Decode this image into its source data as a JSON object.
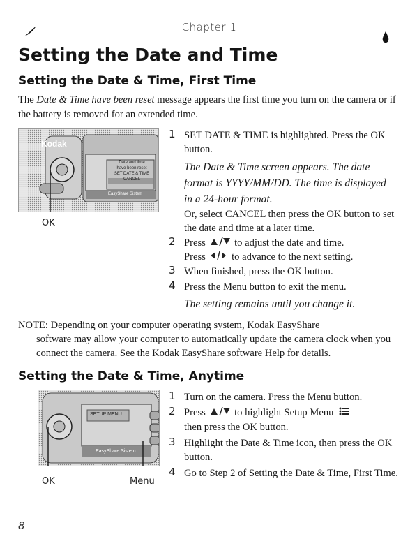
{
  "header": {
    "chapter": "Chapter 1"
  },
  "page_title": "Setting the Date and Time",
  "section1": {
    "title": "Setting the Date & Time, First Time",
    "intro_prefix": "The ",
    "intro_italic": "Date & Time have been reset",
    "intro_suffix": " message appears the first time you turn on the camera or if the battery is removed for an extended time.",
    "camera_labels": {
      "brand": "Kodak",
      "menu_lines": [
        "Date and time",
        "have been reset",
        "SET DATE & TIME",
        "CANCEL"
      ],
      "bottom": "EasyShare Sistem"
    },
    "callout": "OK",
    "steps": [
      {
        "num": "1",
        "text": "SET DATE & TIME is highlighted. Press the OK button."
      },
      {
        "num": "",
        "italic": "The Date & Time screen appears. The date format is YYYY/MM/DD. The time is displayed in a 24-hour format."
      },
      {
        "num": "",
        "text": "Or, select CANCEL then press the OK button to set the date and time at a later time."
      },
      {
        "num": "2",
        "text_a": "Press",
        "text_b": "to adjust the date and time."
      },
      {
        "num": "",
        "text_a": "Press",
        "text_b": "to advance to the next setting."
      },
      {
        "num": "3",
        "text": "When finished, press the OK button."
      },
      {
        "num": "4",
        "text": "Press the Menu button to exit the menu."
      },
      {
        "num": "",
        "italic": "The setting remains until you change it."
      }
    ]
  },
  "note": {
    "label": "NOTE:",
    "first_line": "Depending on your computer operating system, Kodak EasyShare",
    "rest": "software may allow your computer to automatically update the camera clock when you connect the camera. See the Kodak EasyShare software Help for details."
  },
  "section2": {
    "title": "Setting the Date & Time, Anytime",
    "camera_labels": {
      "menu_line": "SETUP MENU",
      "bottom": "EasyShare Sistem"
    },
    "callout_ok": "OK",
    "callout_menu": "Menu",
    "steps": [
      {
        "num": "1",
        "text": "Turn on the camera. Press the Menu button."
      },
      {
        "num": "2",
        "text_a": "Press",
        "text_b": "to highlight Setup Menu",
        "text_c": "then press the OK button."
      },
      {
        "num": "3",
        "text": "Highlight the Date & Time icon, then press the OK button."
      },
      {
        "num": "4",
        "text": "Go to Step 2 of Setting the Date & Time, First Time."
      }
    ]
  },
  "page_number": "8"
}
